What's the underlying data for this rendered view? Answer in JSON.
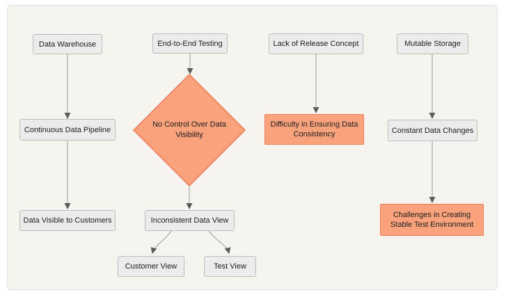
{
  "diagram": {
    "type": "flowchart",
    "direction": "top-down",
    "colors": {
      "page_background": "#FFFFFF",
      "canvas_background": "#F5F4EF",
      "node_fill": "#ECECEC",
      "node_border": "#BCBCBC",
      "highlight_fill": "#F9A27C",
      "highlight_border": "#EF7B58",
      "edge_line": "#9A9A9A",
      "arrowhead": "#5B5B5B",
      "text": "#1C1C1C"
    },
    "nodes": {
      "data_warehouse": {
        "label": "Data Warehouse",
        "shape": "rect",
        "highlighted": false
      },
      "end_to_end_testing": {
        "label": "End-to-End Testing",
        "shape": "rect",
        "highlighted": false
      },
      "lack_of_release_concept": {
        "label": "Lack of Release Concept",
        "shape": "rect",
        "highlighted": false
      },
      "mutable_storage": {
        "label": "Mutable Storage",
        "shape": "rect",
        "highlighted": false
      },
      "continuous_data_pipeline": {
        "label": "Continuous Data Pipeline",
        "shape": "rect",
        "highlighted": false
      },
      "no_control_over_data_visibility": {
        "label_line1": "No Control Over Data",
        "label_line2": "Visibility",
        "shape": "diamond",
        "highlighted": true
      },
      "difficulty_ensuring_consistency": {
        "label_line1": "Difficulty in Ensuring Data",
        "label_line2": "Consistency",
        "shape": "rect",
        "highlighted": true
      },
      "constant_data_changes": {
        "label": "Constant Data Changes",
        "shape": "rect",
        "highlighted": false
      },
      "data_visible_to_customers": {
        "label": "Data Visible to Customers",
        "shape": "rect",
        "highlighted": false
      },
      "inconsistent_data_view": {
        "label": "Inconsistent Data View",
        "shape": "rect",
        "highlighted": false
      },
      "challenges_stable_test_environment": {
        "label_line1": "Challenges in Creating",
        "label_line2": "Stable Test Environment",
        "shape": "rect",
        "highlighted": true
      },
      "customer_view": {
        "label": "Customer View",
        "shape": "rect",
        "highlighted": false
      },
      "test_view": {
        "label": "Test View",
        "shape": "rect",
        "highlighted": false
      }
    },
    "edges": [
      {
        "from": "Data Warehouse",
        "to": "Continuous Data Pipeline"
      },
      {
        "from": "Continuous Data Pipeline",
        "to": "Data Visible to Customers"
      },
      {
        "from": "End-to-End Testing",
        "to": "No Control Over Data Visibility"
      },
      {
        "from": "No Control Over Data Visibility",
        "to": "Inconsistent Data View"
      },
      {
        "from": "Inconsistent Data View",
        "to": "Customer View"
      },
      {
        "from": "Inconsistent Data View",
        "to": "Test View"
      },
      {
        "from": "Lack of Release Concept",
        "to": "Difficulty in Ensuring Data Consistency"
      },
      {
        "from": "Mutable Storage",
        "to": "Constant Data Changes"
      },
      {
        "from": "Constant Data Changes",
        "to": "Challenges in Creating Stable Test Environment"
      }
    ]
  }
}
